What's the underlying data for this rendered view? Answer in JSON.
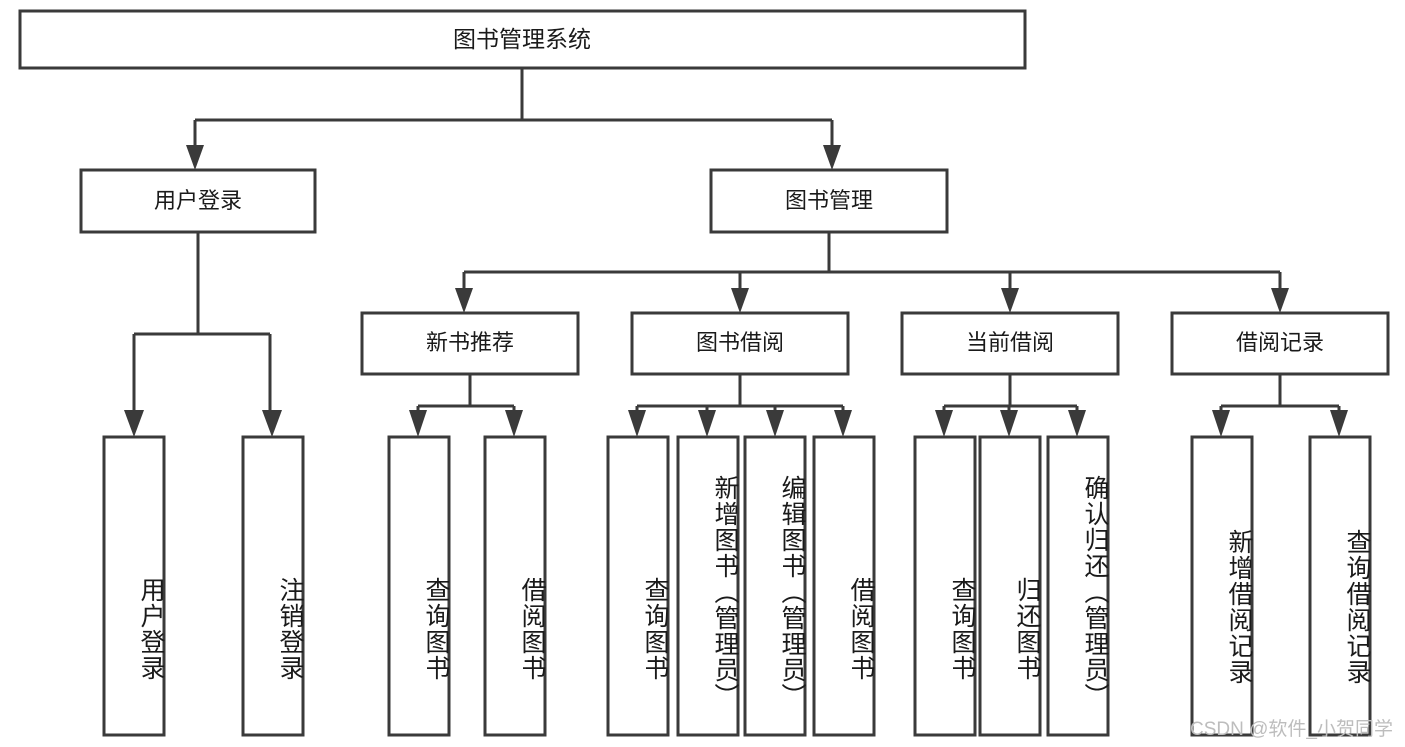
{
  "diagram": {
    "type": "tree-hierarchy",
    "title": "图书管理系统",
    "watermark": "CSDN @软件_小贺同学",
    "colors": {
      "stroke": "#3a3a3a",
      "fill": "#ffffff",
      "text": "#1a1a1a",
      "watermark": "#bdbdbd",
      "background": "#ffffff"
    },
    "root": {
      "label": "图书管理系统"
    },
    "level2": [
      {
        "label": "用户登录"
      },
      {
        "label": "图书管理"
      }
    ],
    "level3": [
      {
        "label": "新书推荐"
      },
      {
        "label": "图书借阅"
      },
      {
        "label": "当前借阅"
      },
      {
        "label": "借阅记录"
      }
    ],
    "leaves": [
      {
        "label": "用户登录",
        "parent": "用户登录"
      },
      {
        "label": "注销登录",
        "parent": "用户登录"
      },
      {
        "label": "查询图书",
        "parent": "新书推荐"
      },
      {
        "label": "借阅图书",
        "parent": "新书推荐"
      },
      {
        "label": "查询图书",
        "parent": "图书借阅"
      },
      {
        "label": "新增图书（管理员）",
        "parent": "图书借阅"
      },
      {
        "label": "编辑图书（管理员）",
        "parent": "图书借阅"
      },
      {
        "label": "借阅图书",
        "parent": "图书借阅"
      },
      {
        "label": "查询图书",
        "parent": "当前借阅"
      },
      {
        "label": "归还图书",
        "parent": "当前借阅"
      },
      {
        "label": "确认归还（管理员）",
        "parent": "当前借阅"
      },
      {
        "label": "新增借阅记录",
        "parent": "借阅记录"
      },
      {
        "label": "查询借阅记录",
        "parent": "借阅记录"
      }
    ]
  }
}
